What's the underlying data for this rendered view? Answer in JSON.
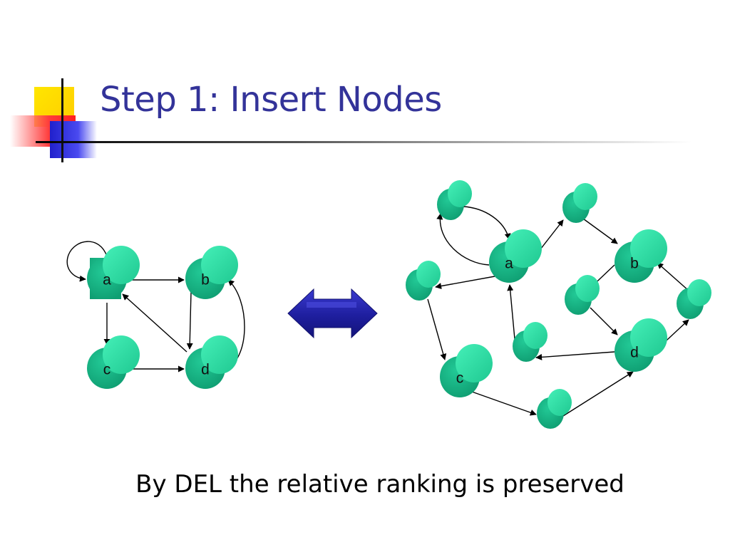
{
  "title": "Step 1: Insert Nodes",
  "caption": "By DEL the relative ranking is preserved",
  "colors": {
    "title": "#333399",
    "node_fill": "#1dbb8c",
    "node_top": "#2fe0a9",
    "double_arrow": "#2a2aa8"
  },
  "left_graph": {
    "nodes": [
      "a",
      "b",
      "c",
      "d"
    ]
  },
  "right_graph": {
    "nodes": [
      "a",
      "b",
      "c",
      "d"
    ]
  }
}
